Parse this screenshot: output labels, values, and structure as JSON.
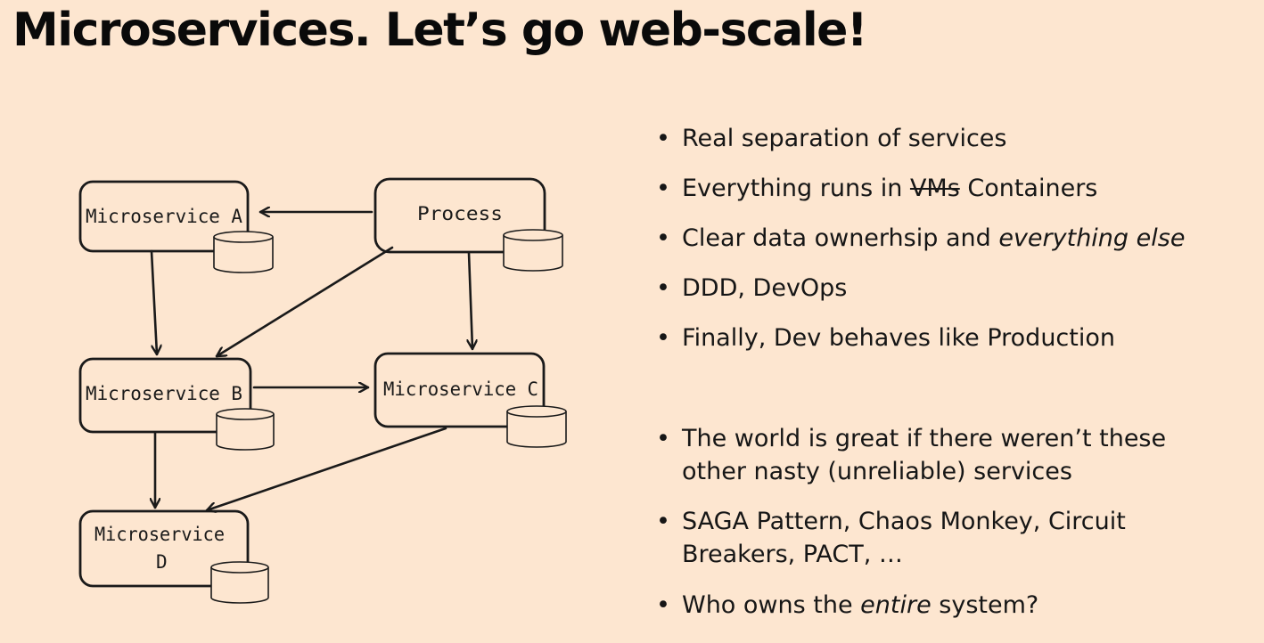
{
  "slide": {
    "title": "Microservices. Let’s go web-scale!"
  },
  "diagram": {
    "nodes": {
      "microservice_a": {
        "label": "Microservice A"
      },
      "process": {
        "label": "Process"
      },
      "microservice_b": {
        "label": "Microservice B"
      },
      "microservice_c": {
        "label": "Microservice C"
      },
      "microservice_d": {
        "label_line1": "Microservice",
        "label_line2": "D"
      }
    },
    "edges": [
      {
        "from": "Process",
        "to": "Microservice A"
      },
      {
        "from": "Microservice A",
        "to": "Microservice B"
      },
      {
        "from": "Process",
        "to": "Microservice B"
      },
      {
        "from": "Process",
        "to": "Microservice C"
      },
      {
        "from": "Microservice B",
        "to": "Microservice C"
      },
      {
        "from": "Microservice B",
        "to": "Microservice D"
      },
      {
        "from": "Microservice C",
        "to": "Microservice D"
      }
    ],
    "stroke_color": "#1a1a1a"
  },
  "bullets": {
    "b1": {
      "text": "Real separation of services"
    },
    "b2": {
      "before": "Everything runs in ",
      "strike": "VMs",
      "after": " Containers"
    },
    "b3": {
      "before": "Clear data ownerhsip and ",
      "italic": "everything else"
    },
    "b4": {
      "text": "DDD, DevOps"
    },
    "b5": {
      "text": "Finally, Dev behaves like Production"
    },
    "b6": {
      "line1": "The world is great if there weren’t these",
      "line2": "other nasty (unreliable) services"
    },
    "b7": {
      "line1": "SAGA Pattern, Chaos Monkey, Circuit",
      "line2": "Breakers, PACT, …"
    },
    "b8": {
      "before": "Who owns the ",
      "italic": "entire",
      "after": " system?"
    },
    "marker": "•"
  }
}
